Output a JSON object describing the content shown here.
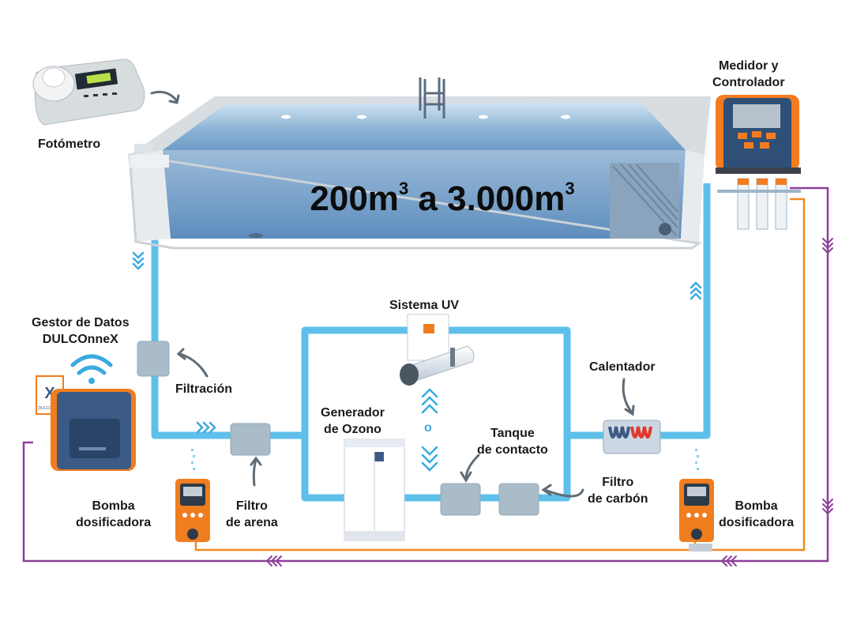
{
  "pool": {
    "capacity_value": "200m",
    "capacity_sep": " a ",
    "capacity_value2": "3.000m",
    "unit_exp": "3"
  },
  "labels": {
    "photometer": "Fotómetro",
    "meter_line1": "Medidor y",
    "meter_line2": "Controlador",
    "data_manager_line1": "Gestor de Datos",
    "data_manager_line2": "DULCOnneX",
    "filtration": "Filtración",
    "uv_system": "Sistema UV",
    "heater": "Calentador",
    "ozone_line1": "Generador",
    "ozone_line2": "de Ozono",
    "or_text": "o",
    "contact_tank_line1": "Tanque",
    "contact_tank_line2": "de contacto",
    "carbon_filter_line1": "Filtro",
    "carbon_filter_line2": "de carbón",
    "sand_filter_line1": "Filtro",
    "sand_filter_line2": "de arena",
    "pump_left_line1": "Bomba",
    "pump_left_line2": "dosificadora",
    "pump_right_line1": "Bomba",
    "pump_right_line2": "dosificadora",
    "dulconnex_badge": "DULCOnneX"
  },
  "colors": {
    "water_pipe": "#5ec0ea",
    "signal_line": "#8e3f9a",
    "dosing_line": "#f08a23",
    "arrow_blue": "#3aa9e0",
    "device_orange": "#f07d1e",
    "device_blue": "#3c5a86",
    "box_grey": "#a9bcc8"
  },
  "icons": [
    "photometer-icon",
    "controller-icon",
    "wifi-icon",
    "dosing-pump-icon",
    "uv-lamp-icon",
    "ozone-generator-icon",
    "heater-icon",
    "filter-box-icon"
  ]
}
